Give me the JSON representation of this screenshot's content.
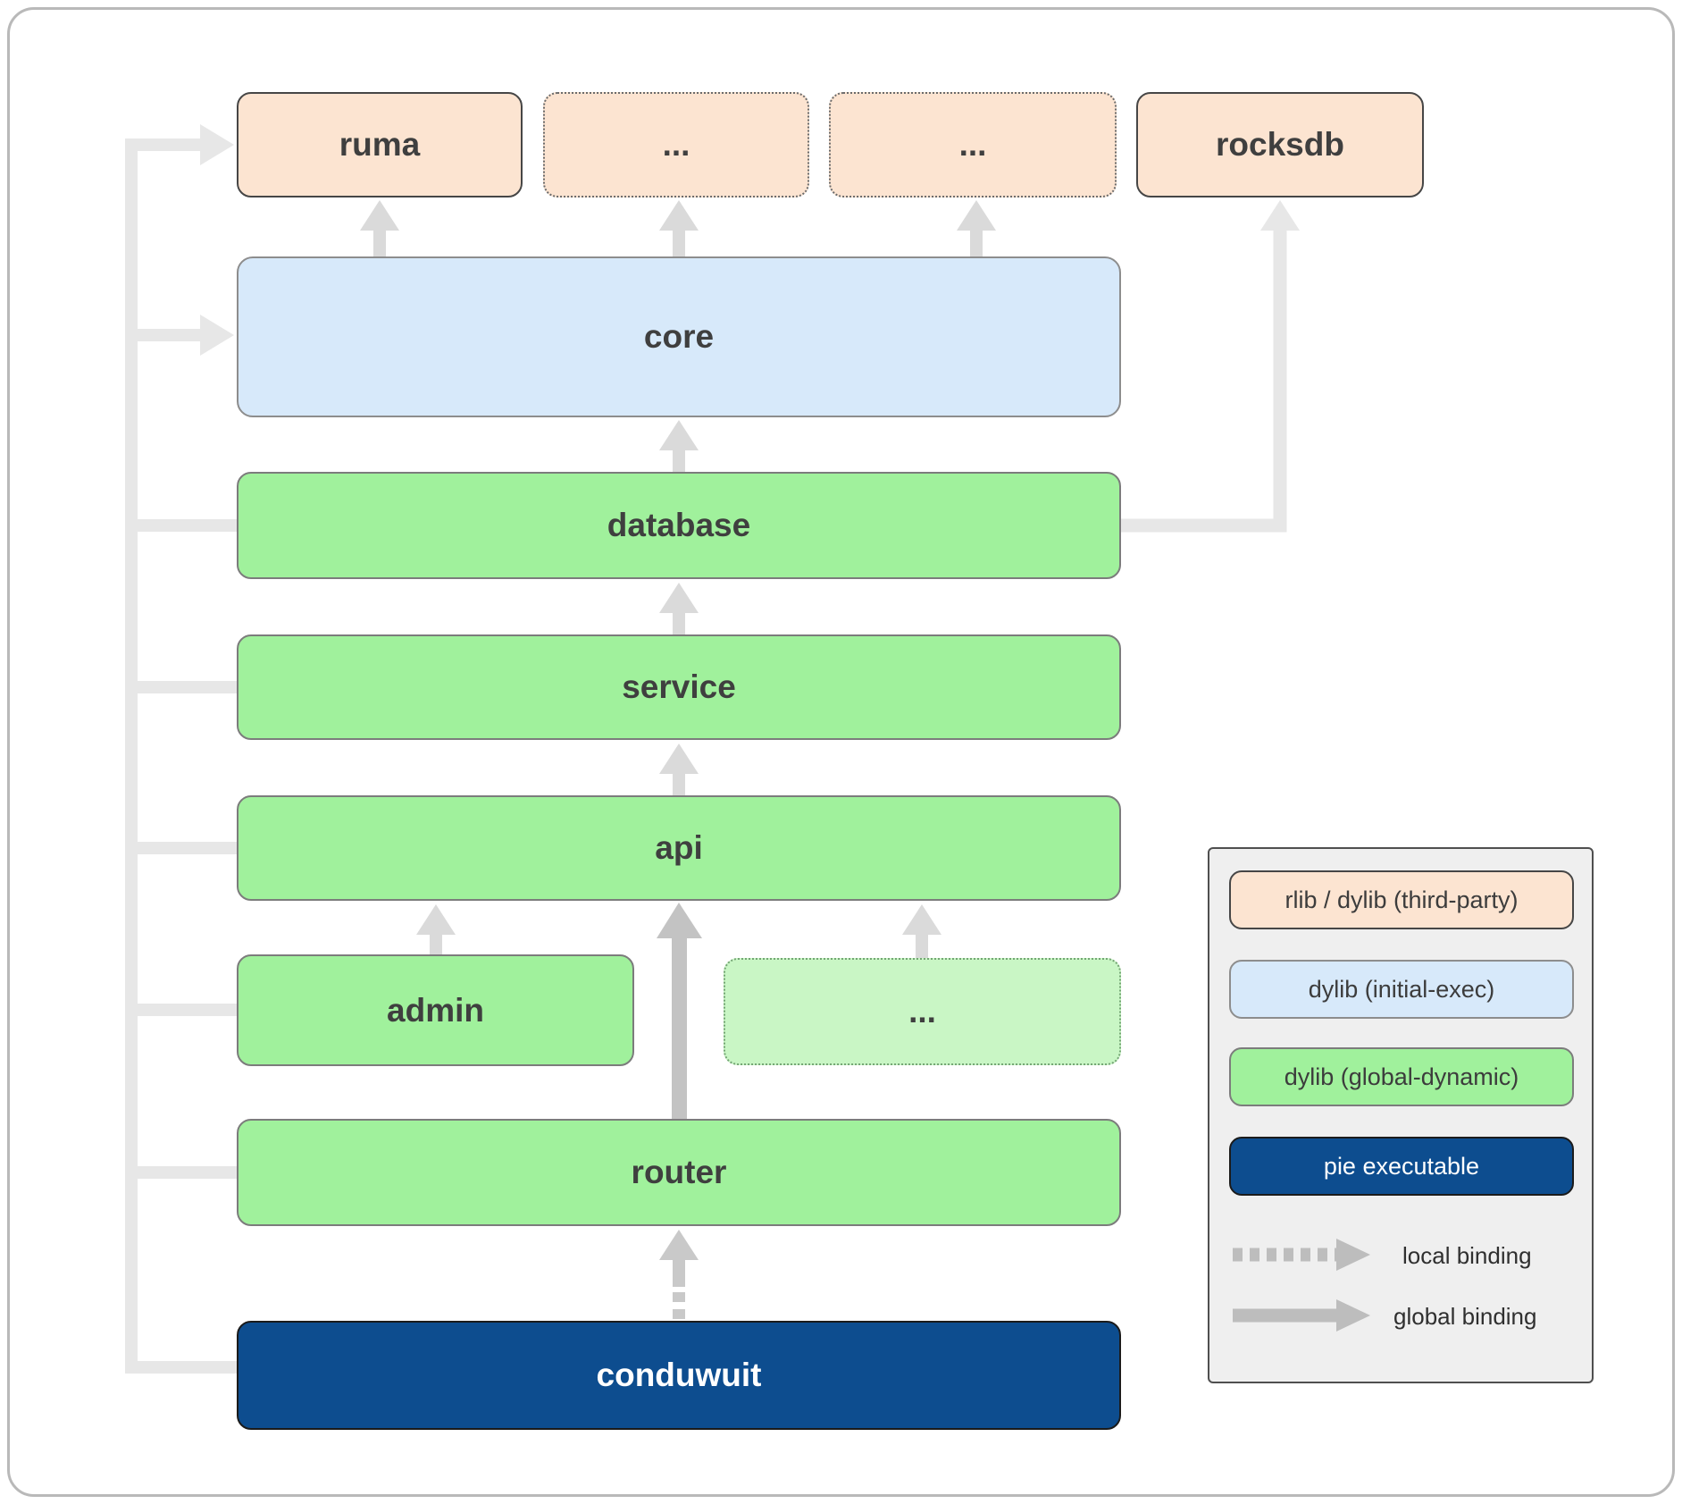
{
  "nodes": {
    "ruma": "ruma",
    "dep2": "...",
    "dep3": "...",
    "rocksdb": "rocksdb",
    "core": "core",
    "database": "database",
    "service": "service",
    "api": "api",
    "admin": "admin",
    "more": "...",
    "router": "router",
    "conduwuit": "conduwuit"
  },
  "legend": {
    "items": [
      {
        "label": "rlib / dylib (third-party)",
        "color": "#fce4d1"
      },
      {
        "label": "dylib (initial-exec)",
        "color": "#d7e9fa"
      },
      {
        "label": "dylib (global-dynamic)",
        "color": "#a0f19c"
      },
      {
        "label": "pie executable",
        "color": "#0d4d8f"
      }
    ],
    "local_binding": "local binding",
    "global_binding": "global binding"
  },
  "colors": {
    "arrow_light": "#e7e7e7",
    "arrow_mid": "#dadada",
    "arrow_dark": "#c3c3c3",
    "legend_arrow": "#bdbdbd",
    "pie_text": "#ffffff"
  }
}
